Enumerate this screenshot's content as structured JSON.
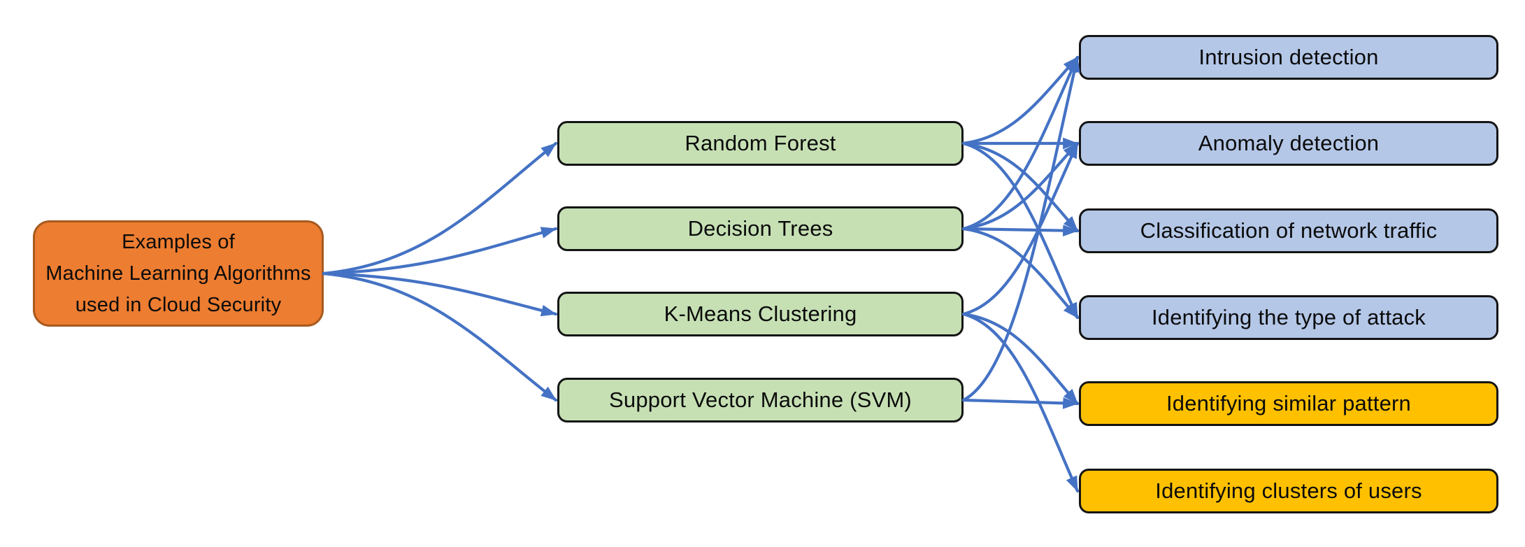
{
  "diagram": {
    "root": {
      "id": "root",
      "line1": "Examples of",
      "line2": "Machine Learning Algorithms",
      "line3": "used in Cloud Security"
    },
    "algorithms": [
      {
        "id": "rf",
        "label": "Random Forest"
      },
      {
        "id": "dt",
        "label": "Decision Trees"
      },
      {
        "id": "km",
        "label": "K-Means Clustering"
      },
      {
        "id": "svm",
        "label": "Support Vector Machine (SVM)"
      }
    ],
    "applications": [
      {
        "id": "id",
        "label": "Intrusion detection",
        "fill": "#B4C7E7"
      },
      {
        "id": "ad",
        "label": "Anomaly detection",
        "fill": "#B4C7E7"
      },
      {
        "id": "cnt",
        "label": "Classification of network traffic",
        "fill": "#B4C7E7"
      },
      {
        "id": "ita",
        "label": "Identifying the type of attack",
        "fill": "#B4C7E7"
      },
      {
        "id": "isp",
        "label": "Identifying similar pattern",
        "fill": "#FFC000"
      },
      {
        "id": "icu",
        "label": "Identifying clusters of users",
        "fill": "#FFC000"
      }
    ],
    "edges": [
      {
        "from": "root",
        "to": "rf"
      },
      {
        "from": "root",
        "to": "dt"
      },
      {
        "from": "root",
        "to": "km"
      },
      {
        "from": "root",
        "to": "svm"
      },
      {
        "from": "rf",
        "to": "id"
      },
      {
        "from": "rf",
        "to": "ad"
      },
      {
        "from": "rf",
        "to": "cnt"
      },
      {
        "from": "rf",
        "to": "ita"
      },
      {
        "from": "dt",
        "to": "id"
      },
      {
        "from": "dt",
        "to": "ad"
      },
      {
        "from": "dt",
        "to": "cnt"
      },
      {
        "from": "dt",
        "to": "ita"
      },
      {
        "from": "km",
        "to": "ad"
      },
      {
        "from": "km",
        "to": "isp"
      },
      {
        "from": "km",
        "to": "icu"
      },
      {
        "from": "svm",
        "to": "id"
      },
      {
        "from": "svm",
        "to": "isp"
      }
    ],
    "colors": {
      "root_fill": "#ED7D31",
      "root_border": "#A85A1F",
      "algorithm_fill": "#C6E0B4",
      "application_blue": "#B4C7E7",
      "application_yellow": "#FFC000",
      "box_border": "#141414",
      "arrow": "#4472C4",
      "background": "#FFFFFF"
    }
  }
}
